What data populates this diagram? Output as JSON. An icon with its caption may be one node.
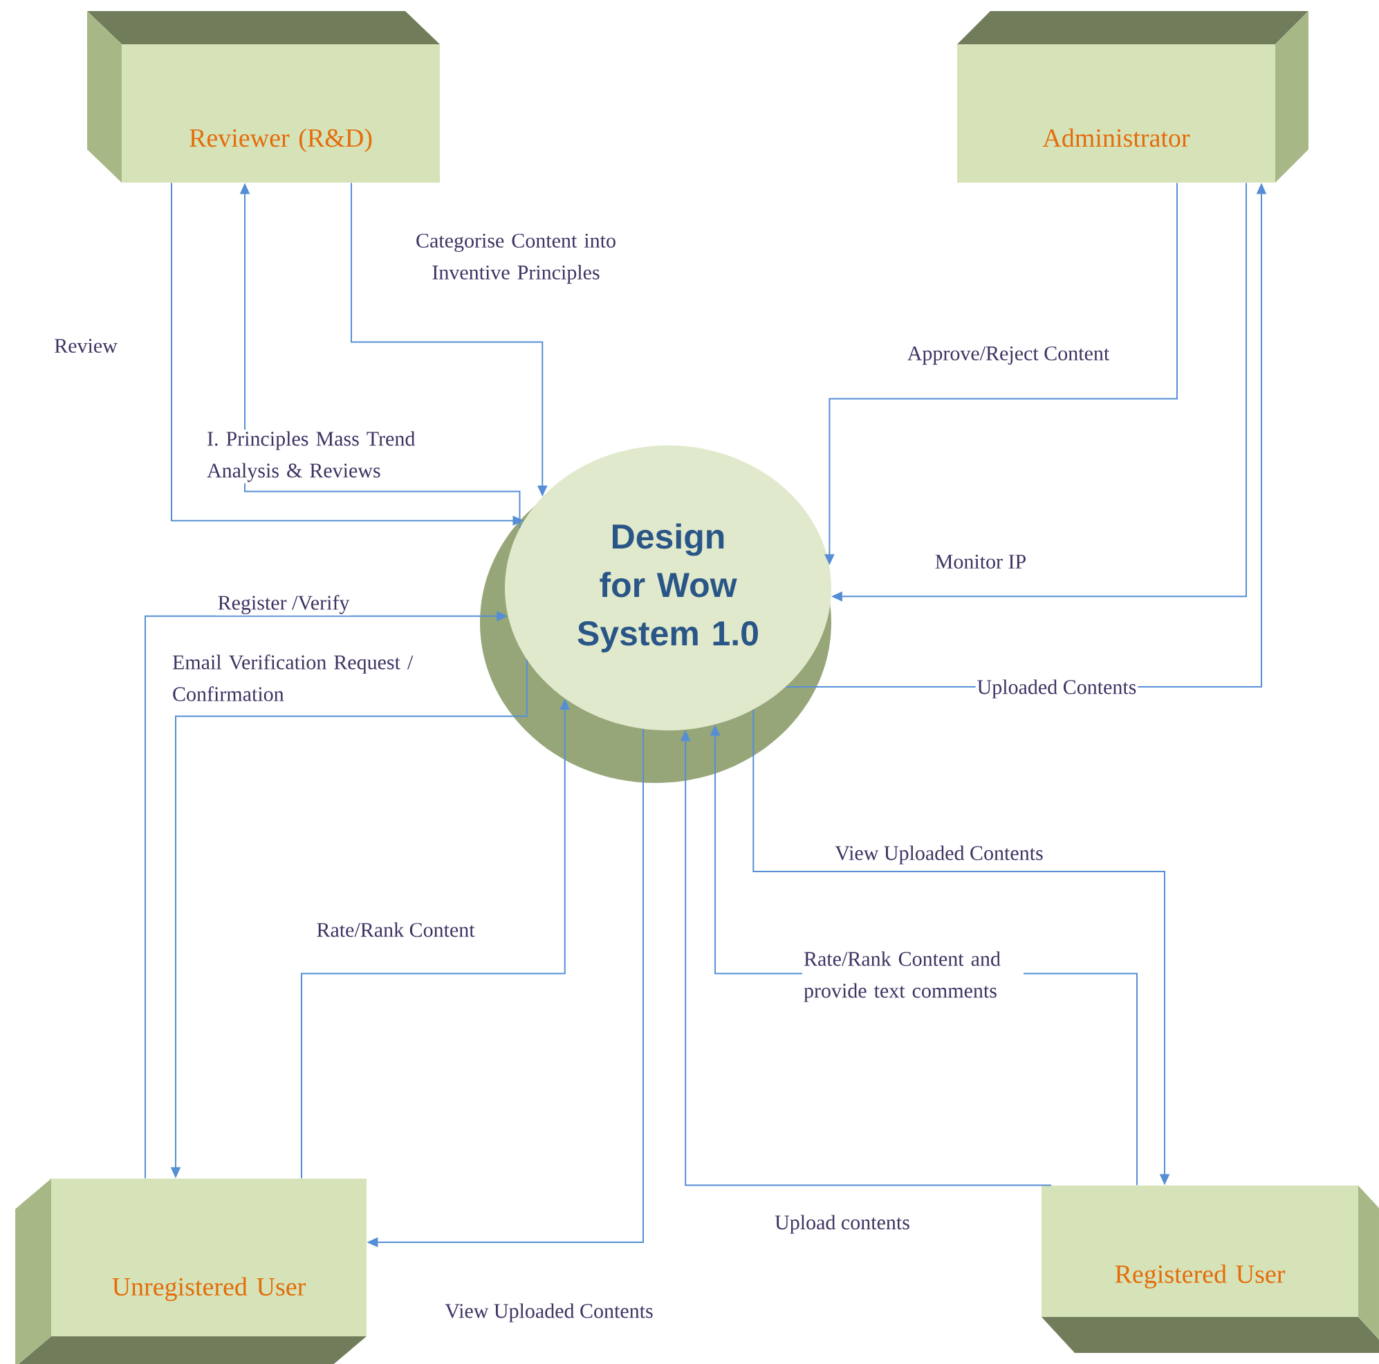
{
  "diagram": {
    "nodes": [
      {
        "text": [
          "Reviewer (R&D)"
        ]
      },
      {
        "text": [
          "Administrator"
        ]
      },
      {
        "text": [
          "Design for Wow System 1.0"
        ]
      },
      {
        "text": [
          "Unregistered User"
        ]
      },
      {
        "text": [
          "Registered User"
        ]
      }
    ],
    "edges": [
      {
        "from": 0,
        "to": 2,
        "arrow": "to",
        "label": "Review"
      },
      {
        "from": 0,
        "to": 2,
        "arrow": "to",
        "label": "Categorise Content into Inventive Principles"
      },
      {
        "from": 2,
        "to": 0,
        "arrow": "to",
        "label": "I. Principles Mass Trend Analysis & Reviews"
      },
      {
        "from": 1,
        "to": 2,
        "arrow": "to",
        "label": "Approve/Reject Content"
      },
      {
        "from": 1,
        "to": 2,
        "arrow": "to",
        "label": "Monitor IP"
      },
      {
        "from": 2,
        "to": 1,
        "arrow": "to",
        "label": "Uploaded Contents"
      },
      {
        "from": 3,
        "to": 2,
        "arrow": "to",
        "label": "Register /Verify"
      },
      {
        "from": 2,
        "to": 3,
        "arrow": "to",
        "label": "Email Verification Request / Confirmation"
      },
      {
        "from": 3,
        "to": 2,
        "arrow": "to",
        "label": "Rate/Rank Content"
      },
      {
        "from": 2,
        "to": 3,
        "arrow": "to",
        "label": "View Uploaded Contents"
      },
      {
        "from": 2,
        "to": 4,
        "arrow": "to",
        "label": "View Uploaded Contents"
      },
      {
        "from": 4,
        "to": 2,
        "arrow": "to",
        "label": "Rate/Rank Content and provide text comments"
      },
      {
        "from": 4,
        "to": 2,
        "arrow": "to",
        "label": "Upload contents"
      }
    ]
  }
}
